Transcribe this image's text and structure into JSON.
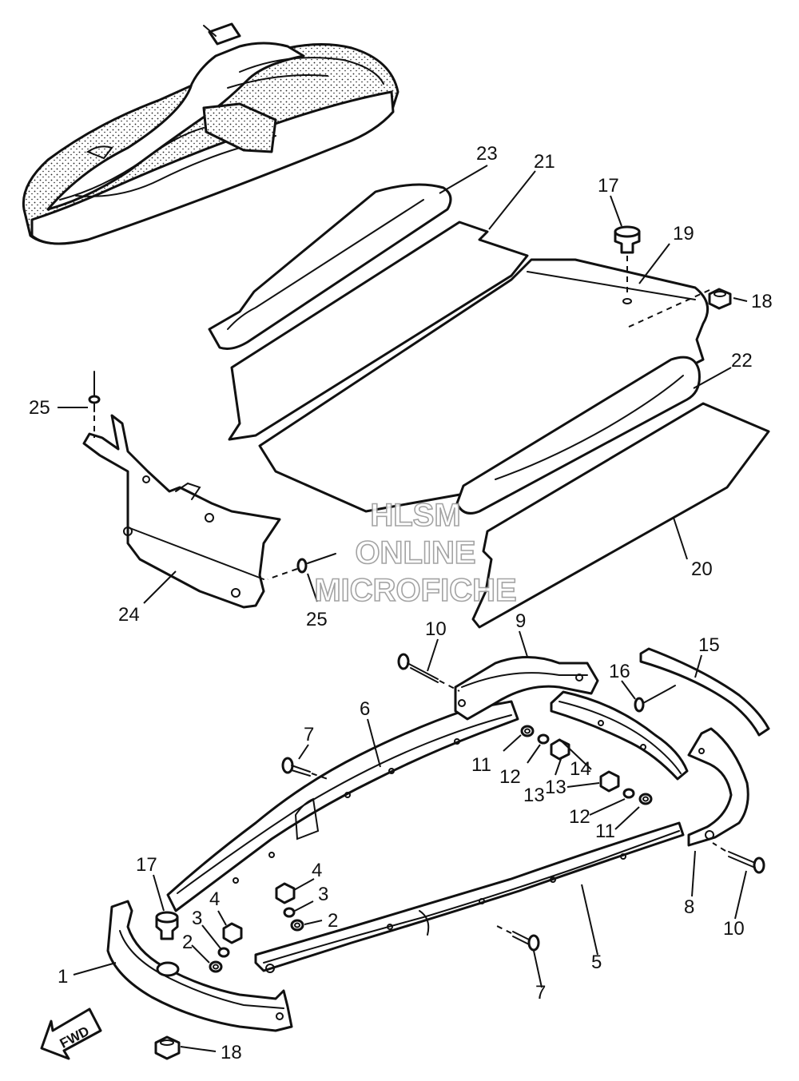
{
  "diagram": {
    "callouts": {
      "c1": "1",
      "c2a": "2",
      "c2b": "2",
      "c3a": "3",
      "c3b": "3",
      "c4a": "4",
      "c4b": "4",
      "c5": "5",
      "c6": "6",
      "c7a": "7",
      "c7b": "7",
      "c8": "8",
      "c9": "9",
      "c10a": "10",
      "c10b": "10",
      "c11a": "11",
      "c11b": "11",
      "c12a": "12",
      "c12b": "12",
      "c13a": "13",
      "c13b": "13",
      "c14": "14",
      "c15": "15",
      "c16": "16",
      "c17a": "17",
      "c17b": "17",
      "c18a": "18",
      "c18b": "18",
      "c19": "19",
      "c20": "20",
      "c21": "21",
      "c22": "22",
      "c23": "23",
      "c24": "24",
      "c25a": "25",
      "c25b": "25"
    },
    "direction_label": "FWD",
    "watermark": [
      "HLSM",
      "ONLINE",
      "MICROFICHE"
    ]
  }
}
